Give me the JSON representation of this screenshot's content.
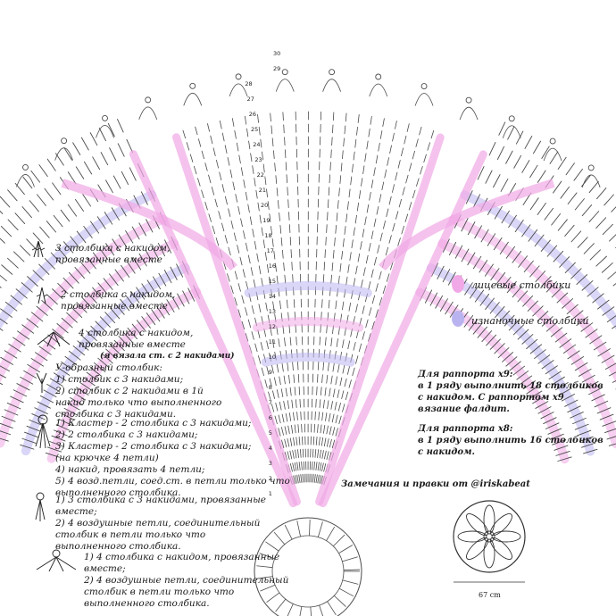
{
  "symbols": [
    {
      "icon": "decrease-3tr-icon",
      "lines": [
        "3 столбика с накидом,",
        "провязанные вместе"
      ]
    },
    {
      "icon": "decrease-2tr-icon",
      "lines": [
        "2 столбика с накидом,",
        "провязанные вместе"
      ]
    },
    {
      "icon": "decrease-4tr-icon",
      "lines": [
        "4 столбика с накидом,",
        "провязанные вместе"
      ],
      "note": "(я вязала ст. с 2 накидами)"
    },
    {
      "icon": "y-stitch-icon",
      "lines": [
        "У-образный столбик:",
        "1) столбик с 3 накидами;",
        "2) столбик с 2 накидами в 1й",
        "накид только что выполненного",
        "столбика с 3 накидами."
      ]
    },
    {
      "icon": "cluster-icon",
      "lines": [
        "1) Кластер - 2 столбика с 3 накидами;",
        "2) 2 столбика с 3 накидами;",
        "3) Кластер - 2 столбика с 3 накидами;",
        "(на крючке 4 петли)",
        "4) накид, провязать 4 петли;",
        "5) 4 возд.петли, соед.ст. в петли только что",
        "выполненного столбика."
      ]
    },
    {
      "icon": "picot-3tr-icon",
      "lines": [
        "1) 3 столбика с 3 накидами, провязанные",
        "вместе;",
        "2) 4 воздушные петли, соединительный",
        "столбик в петли только что",
        "выполненного столбика."
      ]
    },
    {
      "icon": "picot-4tr-icon",
      "lines": [
        "1) 4 столбика с накидом, провязанные",
        "вместе;",
        "2) 4 воздушные петли, соединительный",
        "столбик в петли только что",
        "выполненного столбика."
      ]
    }
  ],
  "legend": {
    "front": {
      "label": "лицевые столбики",
      "color": "#f1a8e6"
    },
    "back": {
      "label": "изнаночные столбики",
      "color": "#b9b4f0"
    }
  },
  "repeat_notes": {
    "x9_title": "Для раппорта x9:",
    "x9_lines": [
      "в 1 ряду выполнить 18 столбиков",
      "с накидом. С раппортом x9",
      "вязание фалдит."
    ],
    "x8_title": "Для раппорта x8:",
    "x8_lines": [
      "в 1 ряду выполнить 16 столбиков",
      "с накидом."
    ]
  },
  "credit": "Замечания и правки от @iriskabeat",
  "thumbnail_dimension": "67 cm",
  "row_numbers": [
    "30",
    "29",
    "28",
    "27",
    "26",
    "25",
    "24",
    "23",
    "22",
    "21",
    "20",
    "19",
    "18",
    "17",
    "16",
    "15",
    "14",
    "13",
    "12",
    "11",
    "10",
    "9",
    "8",
    "7",
    "6",
    "5",
    "4",
    "3",
    "2",
    "1"
  ],
  "colors": {
    "pink": "#f1a8e6",
    "lavender": "#b9b4f0",
    "ink": "#4a4a4a",
    "outline": "#333333"
  }
}
